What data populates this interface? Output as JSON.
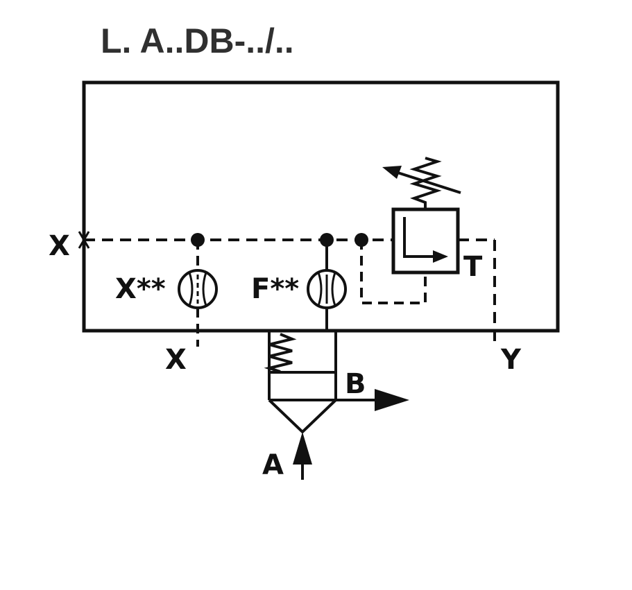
{
  "title": "L. A..DB-../..",
  "labels": {
    "x_pilot_left": "X",
    "x_orifice": "X**",
    "f_orifice": "F**",
    "t_port": "T",
    "x_port": "X",
    "y_port": "Y",
    "b_port": "B",
    "a_port": "A"
  },
  "colors": {
    "line": "#111111",
    "background": "#ffffff"
  }
}
